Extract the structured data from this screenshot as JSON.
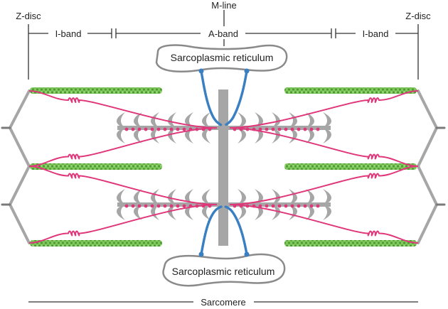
{
  "labels": {
    "m_line": "M-line",
    "z_disc_left": "Z-disc",
    "z_disc_right": "Z-disc",
    "i_band_left": "I-band",
    "a_band": "A-band",
    "i_band_right": "I-band",
    "sr_top": "Sarcoplasmic reticulum",
    "sr_bottom": "Sarcoplasmic reticulum",
    "sarcomere": "Sarcomere"
  },
  "colors": {
    "actin": "#6cbf4a",
    "titin": "#e0367a",
    "myosin": "#a6a6a6",
    "m_line_bar": "#a6a6a6",
    "sr_link": "#3a7fc1",
    "line": "#333333"
  }
}
